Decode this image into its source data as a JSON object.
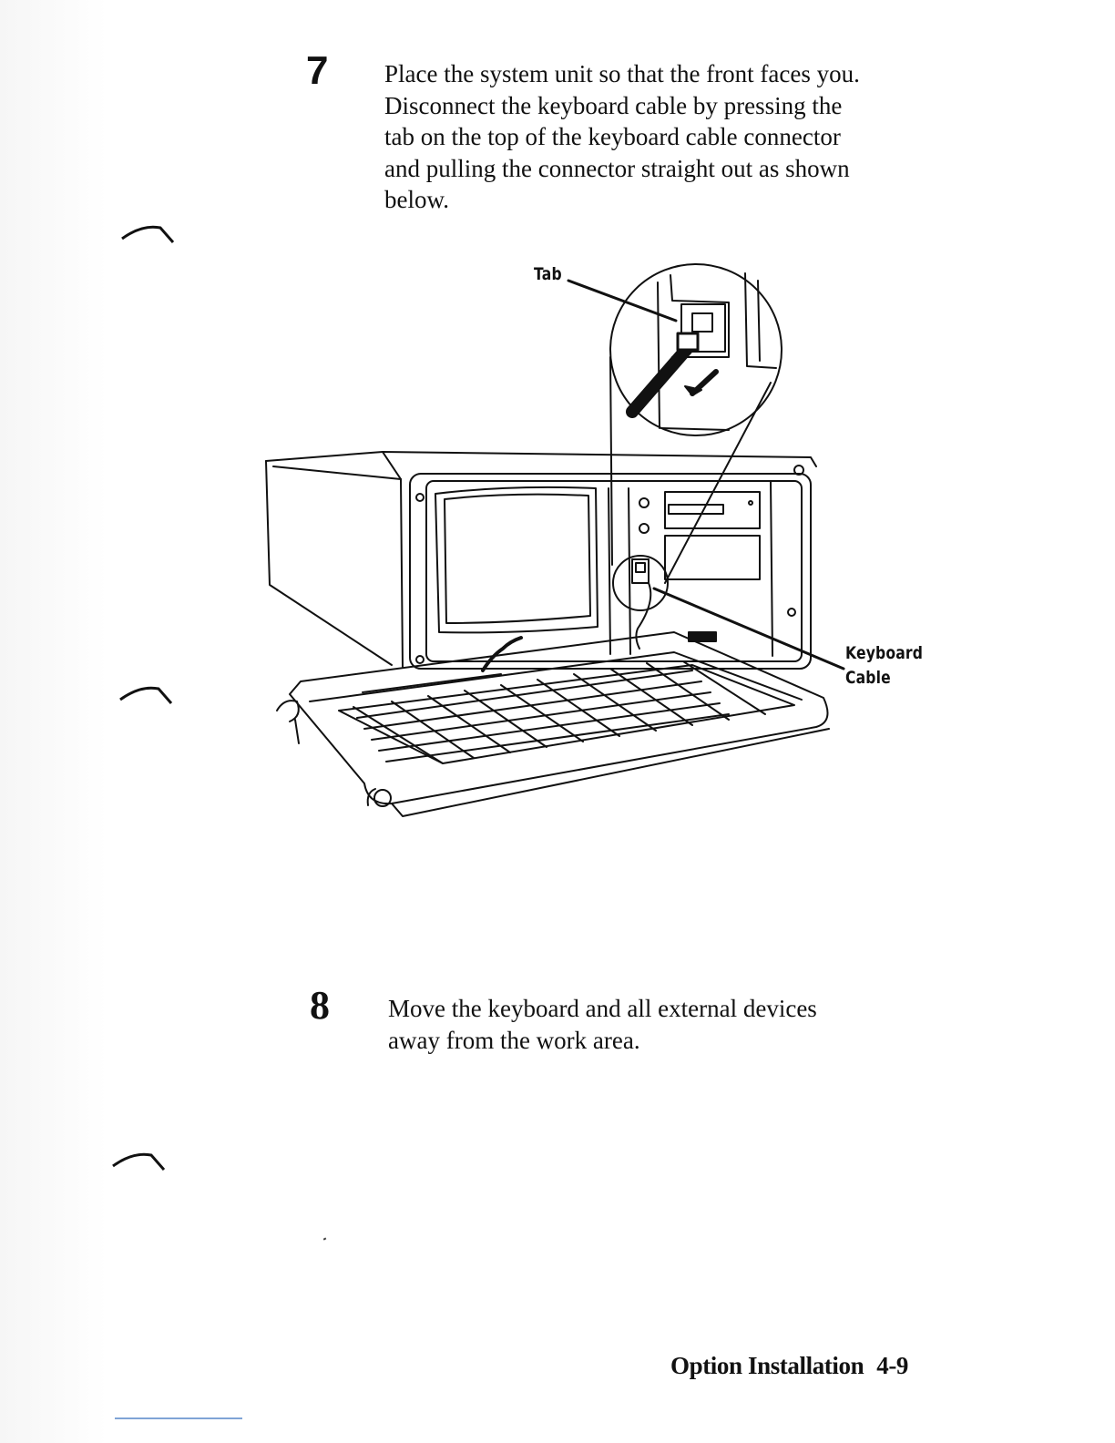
{
  "steps": [
    {
      "number": "7",
      "lines": [
        "Place the system unit so that the front faces you.",
        "Disconnect the keyboard cable by pressing the",
        "tab on the top of the keyboard cable connector",
        "and pulling the connector straight out as shown",
        "below."
      ]
    },
    {
      "number": "8",
      "lines": [
        "Move the keyboard and all external devices",
        "away from the work area."
      ]
    }
  ],
  "figure": {
    "callouts": {
      "tab": "Tab",
      "keyboard_cable_line1": "Keyboard",
      "keyboard_cable_line2": "Cable"
    }
  },
  "footer": {
    "section_title": "Option Installation",
    "page_number": "4-9"
  },
  "colors": {
    "ink": "#111111",
    "rule": "#7fa4d6"
  }
}
